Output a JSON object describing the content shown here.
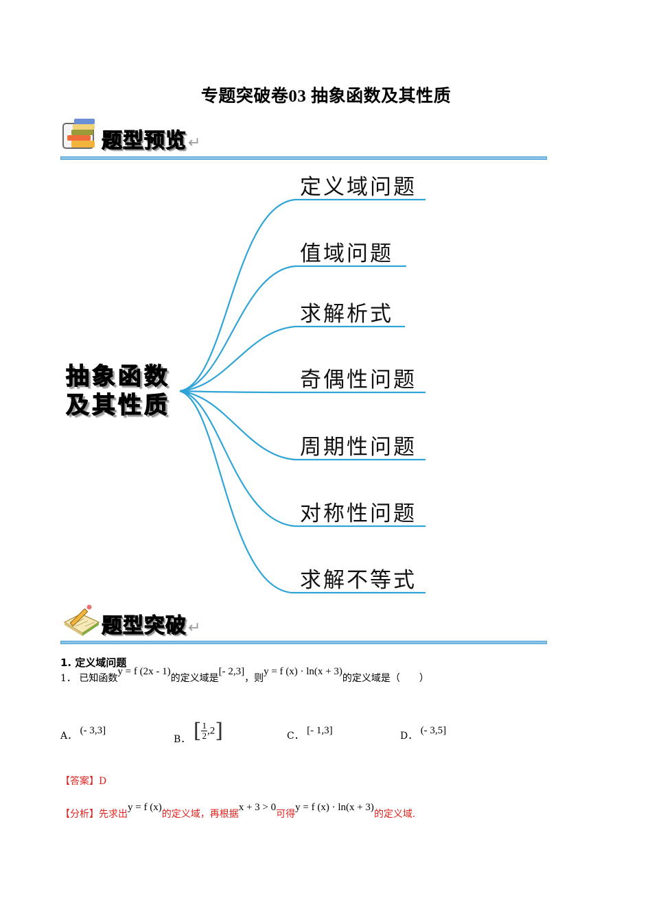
{
  "document": {
    "title": "专题突破卷03 抽象函数及其性质"
  },
  "sections": {
    "preview": {
      "label": "题型预览",
      "icon": "books-stack-icon",
      "return_mark": "↵"
    },
    "breakthrough": {
      "label": "题型突破",
      "icon": "open-book-pencil-icon",
      "return_mark": "↵"
    }
  },
  "mindmap": {
    "root": {
      "line1": "抽象函数",
      "line2": "及其性质"
    },
    "line_color": "#2fa4d6",
    "branches": [
      {
        "label": "定义域问题"
      },
      {
        "label": "值域问题"
      },
      {
        "label": "求解析式"
      },
      {
        "label": "奇偶性问题"
      },
      {
        "label": "周期性问题"
      },
      {
        "label": "对称性问题"
      },
      {
        "label": "求解不等式"
      }
    ]
  },
  "question_block": {
    "section_title": "1. 定义域问题",
    "question": {
      "number": "1．",
      "text1": "已知函数",
      "math1": "y = f (2x - 1)",
      "text2": "的定义域是",
      "math2": "[- 2,3]",
      "text3": "，则",
      "math3": "y = f (x) · ln(x + 3)",
      "text4": "的定义域是（　　）"
    },
    "options": [
      {
        "letter": "A．",
        "value": "(- 3,3]"
      },
      {
        "letter": "B．",
        "value_num": "1",
        "value_den": "2",
        "value_rest": ",2"
      },
      {
        "letter": "C．",
        "value": "[- 1,3]"
      },
      {
        "letter": "D．",
        "value": "(- 3,5]"
      }
    ],
    "answer": {
      "label": "【答案】",
      "value": "D"
    },
    "analysis": {
      "label": "【分析】",
      "text1": "先求出",
      "math1": "y = f (x)",
      "text2": "的定义域，再根据",
      "math2": "x + 3 > 0",
      "text3": "可得",
      "math3": "y = f (x) · ln(x + 3)",
      "text4": "的定义域."
    },
    "accent_color": "#e0221e"
  }
}
